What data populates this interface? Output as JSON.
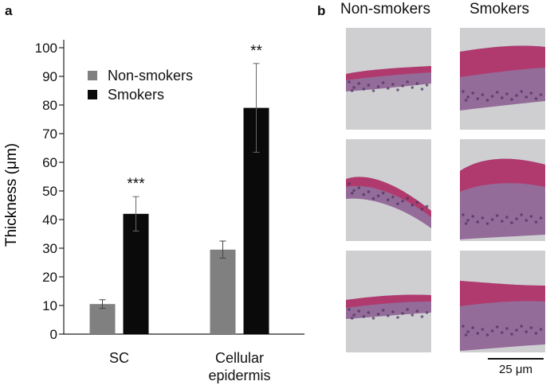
{
  "panel_a": {
    "letter": "a"
  },
  "panel_b": {
    "letter": "b",
    "column_headers": [
      "Non-smokers",
      "Smokers"
    ],
    "scale_bar_label": "25 μm",
    "tiles": [
      {
        "group": "Non-smokers",
        "row": 1
      },
      {
        "group": "Smokers",
        "row": 1
      },
      {
        "group": "Non-smokers",
        "row": 2
      },
      {
        "group": "Smokers",
        "row": 2
      },
      {
        "group": "Non-smokers",
        "row": 3
      },
      {
        "group": "Smokers",
        "row": 3
      }
    ]
  },
  "colors": {
    "non_smokers": "#808080",
    "smokers": "#0a0a0a",
    "tissue": "#b03a6e",
    "background": "#cfcfd2"
  },
  "chart_data": {
    "type": "bar",
    "ylabel": "Thickness (μm)",
    "xlabel": "",
    "ylim": [
      0,
      100
    ],
    "yticks": [
      0,
      10,
      20,
      30,
      40,
      50,
      60,
      70,
      80,
      90,
      100
    ],
    "grid": false,
    "legend_placement": "top-left",
    "categories": [
      "SC",
      "Cellular epidermis"
    ],
    "category_lines": [
      [
        "SC"
      ],
      [
        "Cellular",
        "epidermis"
      ]
    ],
    "series": [
      {
        "name": "Non-smokers",
        "values": [
          10.5,
          29.5
        ],
        "errors": [
          1.5,
          3.0
        ]
      },
      {
        "name": "Smokers",
        "values": [
          42,
          79
        ],
        "errors": [
          6,
          15.5
        ]
      }
    ],
    "annotations": [
      {
        "category": "SC",
        "text": "***"
      },
      {
        "category": "Cellular epidermis",
        "text": "**"
      }
    ]
  }
}
